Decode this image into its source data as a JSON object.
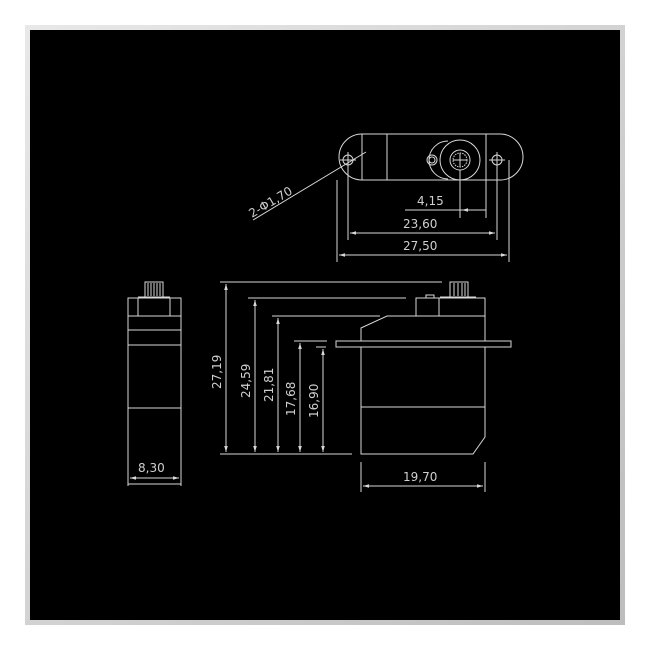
{
  "drawing": {
    "title": "Servo dimension drawing",
    "background": "#000000",
    "line_color": "#d8d8d8",
    "top_view": {
      "hole_label": "2-Φ1,70",
      "dims": {
        "spline_offset": "4,15",
        "hole_spacing": "23,60",
        "horn_length": "27,50"
      }
    },
    "side_view": {
      "width_label": "8,30"
    },
    "front_view": {
      "heights": [
        "27,19",
        "24,59",
        "21,81",
        "17,68",
        "16,90"
      ],
      "width_label": "19,70"
    }
  }
}
